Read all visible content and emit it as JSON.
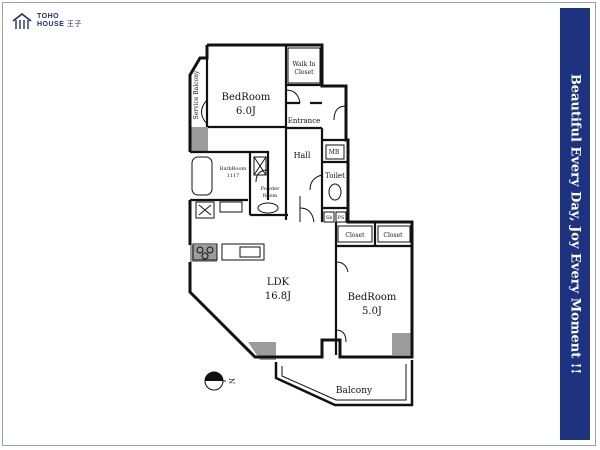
{
  "brand": {
    "name_line1": "TOHO",
    "name_line2": "HOUSE",
    "name_suffix": "王子"
  },
  "tagline": "Beautiful Every Day, Joy Every Moment !!",
  "floorplan": {
    "rooms": {
      "bedroom1": {
        "name": "BedRoom",
        "size": "6.0J"
      },
      "bedroom2": {
        "name": "BedRoom",
        "size": "5.0J"
      },
      "ldk": {
        "name": "LDK",
        "size": "16.8J"
      }
    },
    "labels": {
      "walkin_line1": "Walk In",
      "walkin_line2": "Closet",
      "service_balcony": "Service Balcony",
      "entrance": "Entrance",
      "hall": "Hall",
      "mb": "MB",
      "toilet": "Toilet",
      "bathroom_line1": "BathRoom",
      "bathroom_line2": "1117",
      "powder_line1": "Powder",
      "powder_line2": "Room",
      "closet_a": "Closet",
      "closet_b": "Closet",
      "sk": "Sk",
      "ps": "PS",
      "balcony": "Balcony",
      "north": "N"
    }
  },
  "colors": {
    "band": "#1d3380",
    "shade": "#9c9c9c",
    "wall": "#111111"
  }
}
